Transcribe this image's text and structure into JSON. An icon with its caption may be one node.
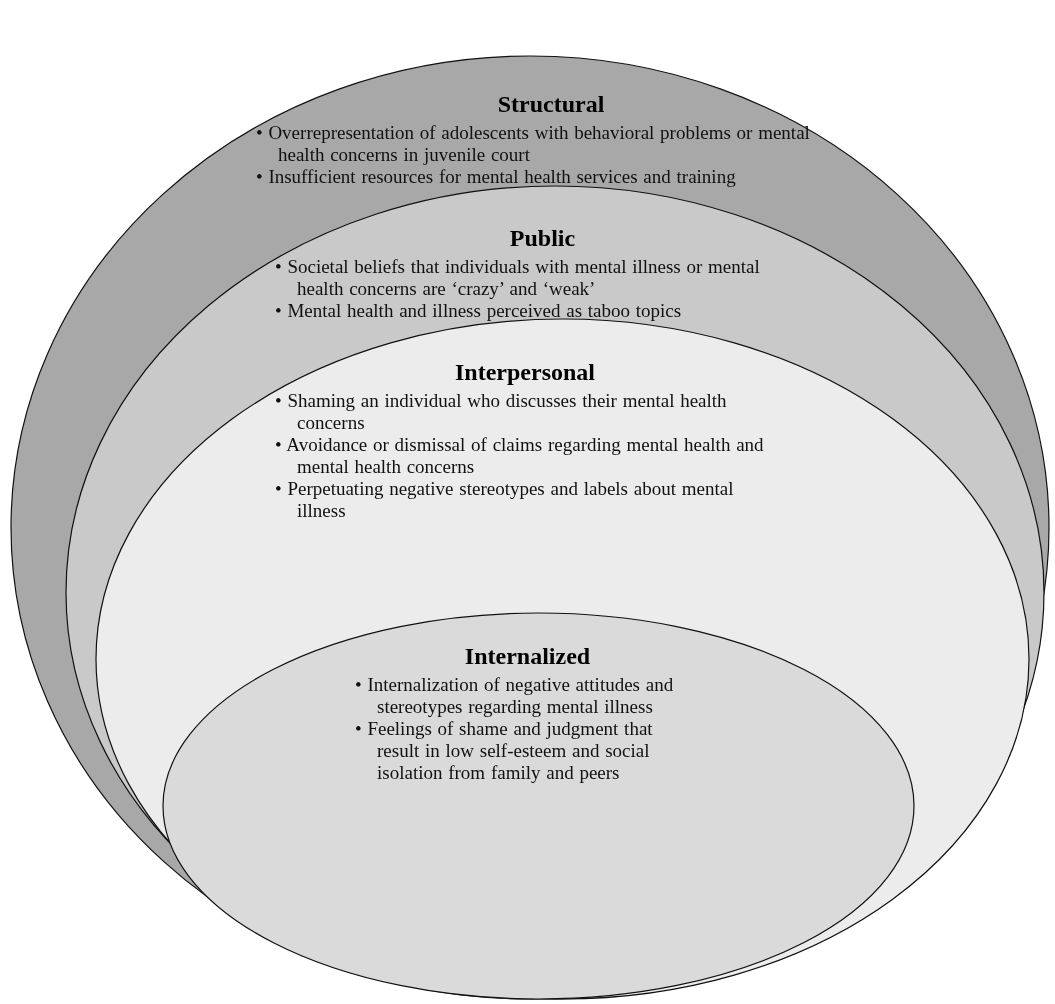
{
  "diagram": {
    "nodes": [
      {
        "text": [
          "Structural",
          "• Overrepresentation of adolescents with behavioral problems or mental health concerns in juvenile court",
          "• Insufficient resources for mental health services and training"
        ]
      },
      {
        "text": [
          "Public",
          "• Societal beliefs that individuals with mental illness or mental health concerns are ‘crazy’ and ‘weak’",
          "• Mental health and illness perceived as taboo topics"
        ],
        "in": 0
      },
      {
        "text": [
          "Interpersonal",
          "• Shaming an individual who discusses their mental health concerns",
          "• Avoidance or dismissal of claims regarding mental health and mental health concerns",
          "• Perpetuating negative stereotypes and labels about mental illness"
        ],
        "in": 1
      },
      {
        "text": [
          "Internalized",
          "• Internalization of negative attitudes and stereotypes regarding mental illness",
          "• Feelings of shame and judgment that result in low self-esteem and social isolation from family and peers"
        ],
        "in": 2
      }
    ]
  }
}
